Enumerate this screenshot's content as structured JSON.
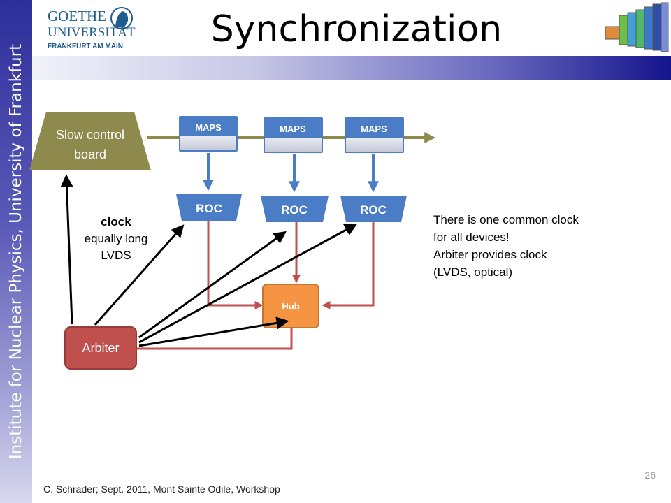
{
  "slide": {
    "title": "Synchronization",
    "sidebar_text": "Institute for Nuclear Physics, University of Frankfurt",
    "footer": "C. Schrader; Sept. 2011, Mont Sainte Odile, Workshop",
    "page_number": "26"
  },
  "logo": {
    "line1": "GOETHE",
    "line2": "UNIVERSITÄT",
    "line3": "FRANKFURT AM MAIN"
  },
  "diagram": {
    "slow_control": {
      "line1": "Slow control",
      "line2": "board"
    },
    "maps": [
      "MAPS",
      "MAPS",
      "MAPS"
    ],
    "roc": [
      "ROC",
      "ROC",
      "ROC"
    ],
    "hub": "Hub",
    "arbiter": "Arbiter",
    "clock_label": {
      "line1": "clock",
      "line2": "equally long",
      "line3": "LVDS"
    }
  },
  "notes": [
    "There is one common clock",
    "for all devices!",
    "Arbiter provides clock",
    "(LVDS, optical)"
  ],
  "colors": {
    "slow_control": "#8e8a4e",
    "roc": "#4b7cc6",
    "hub": "#f59442",
    "arbiter": "#c0504d",
    "bus": "#8e8a4e",
    "red_lines": "#c0504d",
    "blue_arrows": "#4b7cc6"
  }
}
